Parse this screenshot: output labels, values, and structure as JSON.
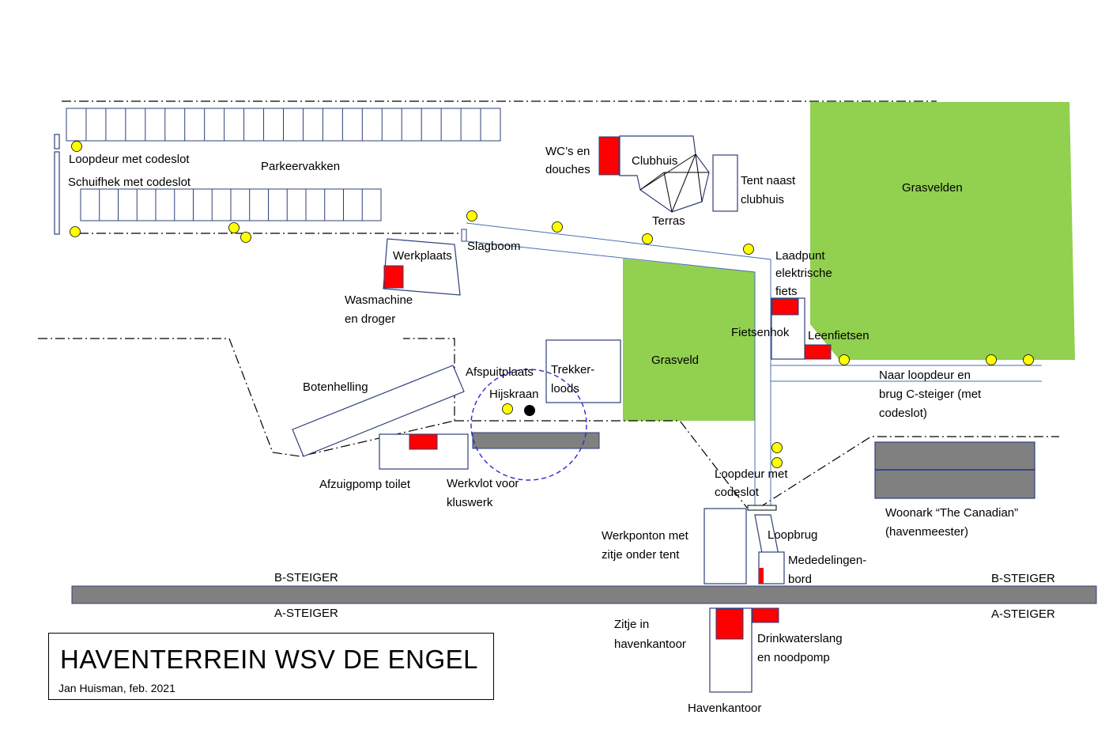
{
  "colors": {
    "grass": "#92d050",
    "red": "#ff0000",
    "yellow": "#ffff00",
    "outline": "#2f3f7a",
    "pier": "#808080",
    "fence": "#000000"
  },
  "title": {
    "main": "HAVENTERREIN WSV DE ENGEL",
    "sub": "Jan Huisman, feb. 2021"
  },
  "labels": {
    "loopdeur_codeslot": "Loopdeur met codeslot",
    "schuifhek": "Schuifhek met codeslot",
    "parkeervakken": "Parkeervakken",
    "wcs_1": "WC’s en",
    "wcs_2": "douches",
    "clubhuis": "Clubhuis",
    "terras": "Terras",
    "tent_1": "Tent naast",
    "tent_2": "clubhuis",
    "grasvelden": "Grasvelden",
    "slagboom": "Slagboom",
    "werkplaats": "Werkplaats",
    "wasmachine_1": "Wasmachine",
    "wasmachine_2": "en droger",
    "laadpunt_1": "Laadpunt",
    "laadpunt_2": "elektrische",
    "laadpunt_3": "fiets",
    "fietsenhok": "Fietsenhok",
    "leenfietsen": "Leenfietsen",
    "grasveld": "Grasveld",
    "botenhelling": "Botenhelling",
    "afspuitplaats": "Afspuitplaats",
    "hijskraan": "Hijskraan",
    "trekker_1": "Trekker-",
    "trekker_2": "loods",
    "naar_1": "Naar loopdeur en",
    "naar_2": "brug C-steiger (met",
    "naar_3": "codeslot)",
    "afzuigpomp": "Afzuigpomp toilet",
    "werkvlot_1": "Werkvlot voor",
    "werkvlot_2": "kluswerk",
    "loopdeur2_1": "Loopdeur met",
    "loopdeur2_2": "codeslot",
    "woonark_1": "Woonark “The Canadian”",
    "woonark_2": "(havenmeester)",
    "werkponton_1": "Werkponton met",
    "werkponton_2": "zitje onder tent",
    "loopbrug": "Loopbrug",
    "mededelingen_1": "Mededelingen-",
    "mededelingen_2": "bord",
    "b_steiger_left": "B-STEIGER",
    "b_steiger_right": "B-STEIGER",
    "a_steiger_left": "A-STEIGER",
    "a_steiger_right": "A-STEIGER",
    "zitje_1": "Zitje in",
    "zitje_2": "havenkantoor",
    "drinkwater_1": "Drinkwaterslang",
    "drinkwater_2": "en noodpomp",
    "havenkantoor": "Havenkantoor"
  }
}
